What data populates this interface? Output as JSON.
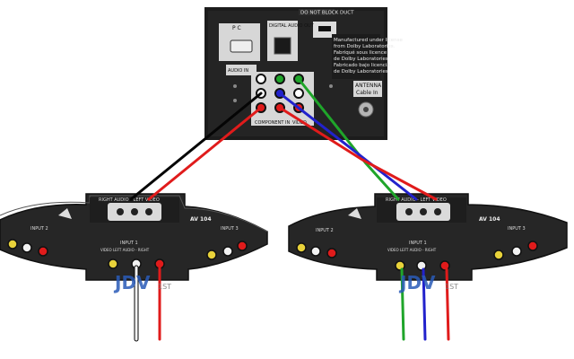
{
  "tv_panel": {
    "top_note": "DO NOT BLOCK DUCT",
    "pc_label": "P C",
    "digital_audio_label": "DIGITAL AUDIO OUT",
    "audio_in_label": "AUDIO  IN",
    "dolby_text": [
      "Manufactured under license",
      "from Dolby Laboratories.",
      "Fabriqué sous licence",
      "de Dolby Laboratories.",
      "Fabricado bajo licencia",
      "de Dolby Laboratories."
    ],
    "antenna_label": "ANTENNA",
    "cable_in_label": "Cable  In",
    "component_in_label": "COMPONENT IN",
    "video_label": "VIDEO"
  },
  "switch_left": {
    "model": "AV 104",
    "top_port_labels": "RIGHT  AUDIO - LEFT  VIDEO",
    "input_left": "INPUT 2",
    "input_right": "INPUT 3",
    "input_front": "INPUT 1",
    "front_port_labels": "VIDEO   LEFT AUDIO - RIGHT"
  },
  "switch_right": {
    "model": "AV 104",
    "top_port_labels": "RIGHT  AUDIO - LEFT  VIDEO",
    "input_left": "INPUT 2",
    "input_right": "INPUT 3",
    "input_front": "INPUT 1",
    "front_port_labels": "VIDEO   LEFT AUDIO - RIGHT"
  },
  "watermark": {
    "text": "JDV",
    "suffix": "1ST"
  },
  "colors": {
    "panel": "#1c1c1c",
    "switch_body": "#262626",
    "cable_red": "#e01b1b",
    "cable_black": "#050505",
    "cable_white": "#f2f2f2",
    "cable_green": "#1fa52a",
    "cable_blue": "#2222cc",
    "jack_yellow": "#e8d23a"
  }
}
